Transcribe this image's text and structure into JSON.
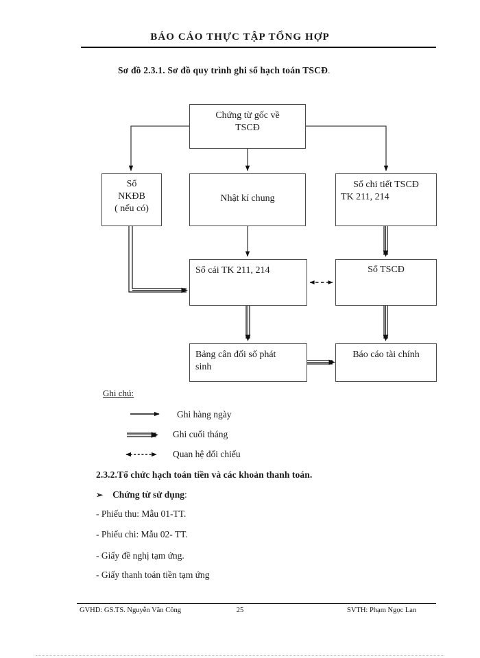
{
  "document": {
    "header_title": "BÁO CÁO THỰC TẬP TỔNG HỢP",
    "figure_caption": "Sơ đồ 2.3.1. Sơ đồ quy trình ghi sổ hạch toán TSCĐ",
    "figure_caption_trailing": "."
  },
  "diagram": {
    "nodes": {
      "source_documents": "Chứng từ gốc về TSCĐ",
      "source_documents_line1": "Chứng từ gốc về",
      "source_documents_line2": "TSCĐ",
      "special_journal_line1": "Sổ",
      "special_journal_line2": "NKĐB",
      "special_journal_line3": "( nếu có)",
      "general_journal": "Nhật kí chung",
      "detail_ledger_line1": "Sổ chi tiết TSCĐ",
      "detail_ledger_line2": "TK 211, 214",
      "general_ledger": "Sổ cái TK 211, 214",
      "fixed_asset_ledger": "Sổ TSCĐ",
      "trial_balance_line1": "Bảng cân đối số phát",
      "trial_balance_line2": "sinh",
      "financial_statements": "Báo cáo tài chính"
    }
  },
  "legend": {
    "title": "Ghi chú:",
    "items": [
      {
        "symbol": "single-arrow",
        "label": "Ghi hàng ngày"
      },
      {
        "symbol": "double-line-arrow",
        "label": "Ghi  cuối tháng"
      },
      {
        "symbol": "dashed-bidirectional-arrow",
        "label": "Quan hệ đối chiếu"
      }
    ]
  },
  "body": {
    "section_heading": "2.3.2.Tổ chức hạch toán tiền và các khoản thanh toán.",
    "bullet_marker": "➢",
    "bullet_heading": "Chứng từ sử dụng",
    "bullet_heading_suffix": ":",
    "items": [
      "- Phiếu thu: Mẫu 01-TT.",
      "- Phiếu chi: Mẫu 02- TT.",
      "- Giấy đề nghị tạm ứng.",
      "- Giấy thanh toán tiền tạm ứng"
    ]
  },
  "footer": {
    "left": "GVHD:  GS.TS.  Nguyễn Văn Công",
    "page_number": "25",
    "right": "SVTH:  Phạm Ngọc Lan"
  }
}
